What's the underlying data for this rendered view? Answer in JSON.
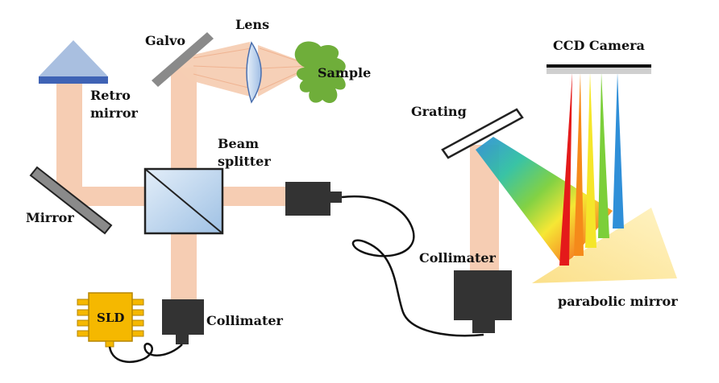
{
  "labels": {
    "lens": "Lens",
    "galvo": "Galvo",
    "sample": "Sample",
    "retro_mirror_line1": "Retro",
    "retro_mirror_line2": "mirror",
    "beam_splitter_line1": "Beam",
    "beam_splitter_line2": "splitter",
    "mirror": "Mirror",
    "sld": "SLD",
    "collimater_left": "Collimater",
    "collimater_right": "Collimater",
    "grating": "Grating",
    "ccd_camera": "CCD Camera",
    "parabolic_mirror": "parabolic mirror"
  },
  "colors": {
    "beam": "#f6cdb3",
    "beam_edge": "#efb391",
    "retro_prism": "#a9bfe0",
    "retro_base": "#3f63b5",
    "mirror_fill": "#8a8a8a",
    "splitter_fill": "#c9dcef",
    "collimator_body": "#333333",
    "sld_body": "#f5b800",
    "sample": "#6fae3a",
    "lens": "#c6d8ef",
    "parabolic_mirror": "#fde9a3"
  }
}
